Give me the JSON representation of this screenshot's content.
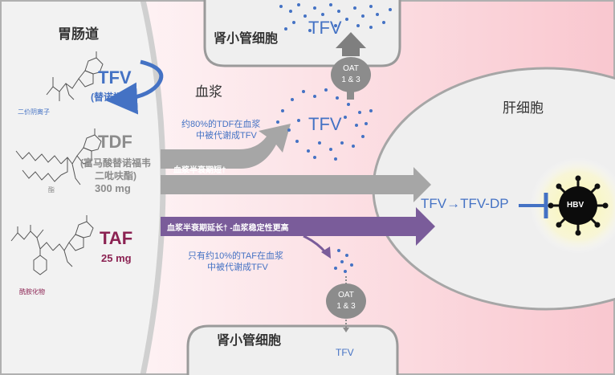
{
  "labels": {
    "gi_tract": "胃肠道",
    "plasma": "血浆",
    "kidney_top": "肾小管细胞",
    "kidney_bottom": "肾小管细胞",
    "liver": "肝细胞",
    "oat_top_1": "OAT",
    "oat_top_2": "1 & 3",
    "oat_bottom_1": "OAT",
    "oat_bottom_2": "1 & 3",
    "tfv_top": "TFV",
    "tfv_plasma": "TFV",
    "tfv_bottom": "TFV",
    "hbv": "HBV",
    "liver_reaction": "TFV→TFV-DP"
  },
  "drugs": {
    "tfv": {
      "name": "TFV",
      "sub": "(替诺福韦)",
      "struct_label": "二价阴离子"
    },
    "tdf": {
      "name": "TDF",
      "sub1": "(富马酸替诺福韦",
      "sub2": "二吡呋酯)",
      "dose": "300 mg",
      "struct_label": "酯"
    },
    "taf": {
      "name": "TAF",
      "dose": "25 mg",
      "struct_label": "酰胺化物"
    }
  },
  "notes": {
    "tdf_metab_1": "约80%的TDF在血浆",
    "tdf_metab_2": "中被代谢成TFV",
    "tdf_halflife": "血浆半衰期短†",
    "taf_halflife": "血浆半衰期延长†  -血浆稳定性更高",
    "taf_metab_1": "只有约10%的TAF在血浆",
    "taf_metab_2": "中被代谢成TFV"
  },
  "colors": {
    "tfv_blue": "#4472c4",
    "tdf_gray": "#8c8c8c",
    "taf_maroon": "#8b2252",
    "taf_purple": "#7a5c9a",
    "arrow_gray": "#a6a6a6"
  }
}
